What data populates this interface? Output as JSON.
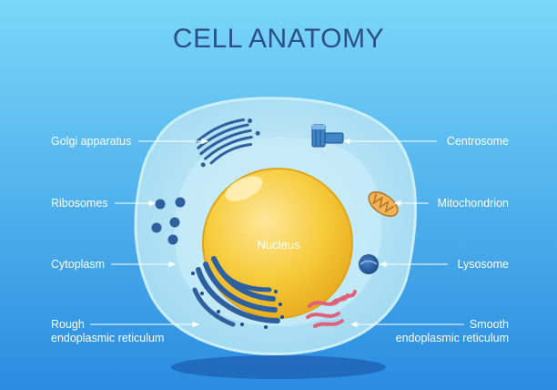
{
  "title": "CELL ANATOMY",
  "labels": {
    "golgi": "Golgi apparatus",
    "ribosomes": "Ribosomes",
    "cytoplasm": "Cytoplasm",
    "rough_er_line1": "Rough",
    "rough_er_line2": "endoplasmic reticulum",
    "centrosome": "Centrosome",
    "mitochondrion": "Mitochondrion",
    "lysosome": "Lysosome",
    "smooth_er_line1": "Smooth",
    "smooth_er_line2": "endoplasmic reticulum",
    "nucleus": "Nucleus"
  },
  "colors": {
    "background_top": "#6fd3f7",
    "background_bottom": "#2c8fe0",
    "cell": "#a9def3",
    "cytoplasm_inner": "#c8ecf8",
    "nucleus": "#f5c93a",
    "title": "#2b4f86",
    "organelle_blue": "#2e5f9e",
    "mitochondrion": "#e8a14a",
    "smooth_er": "#e0627a"
  }
}
